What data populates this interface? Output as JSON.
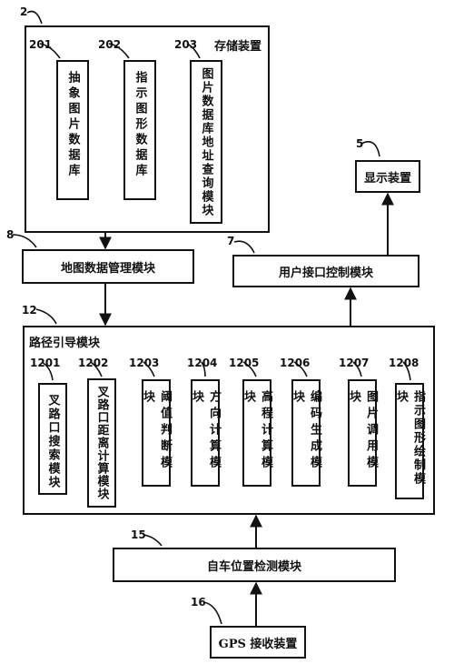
{
  "storage": {
    "label": "2",
    "title": "存储装置"
  },
  "storage_items": [
    {
      "label": "201",
      "text": "抽象图片数据库"
    },
    {
      "label": "202",
      "text": "指示图形数据库"
    },
    {
      "label": "203",
      "text": "图片数据库地址查询模块"
    }
  ],
  "display": {
    "label": "5",
    "title": "显示装置"
  },
  "map_mgmt": {
    "label": "8",
    "title": "地图数据管理模块"
  },
  "user_ctrl": {
    "label": "7",
    "title": "用户接口控制模块"
  },
  "route": {
    "label": "12",
    "title": "路径引导模块"
  },
  "route_modules": [
    {
      "label": "1201",
      "text": "叉路口搜索模块"
    },
    {
      "label": "1202",
      "text": "叉路口距离计算模块"
    },
    {
      "label": "1203",
      "text": "阈值判断模块"
    },
    {
      "label": "1204",
      "text": "方向计算模块"
    },
    {
      "label": "1205",
      "text": "高程计算模块"
    },
    {
      "label": "1206",
      "text": "编码生成模块"
    },
    {
      "label": "1207",
      "text": "图片调用模块"
    },
    {
      "label": "1208",
      "text": "指示图形绘制模块"
    }
  ],
  "self_pos": {
    "label": "15",
    "title": "自车位置检测模块"
  },
  "gps": {
    "label": "16",
    "title": "GPS 接收装置"
  }
}
